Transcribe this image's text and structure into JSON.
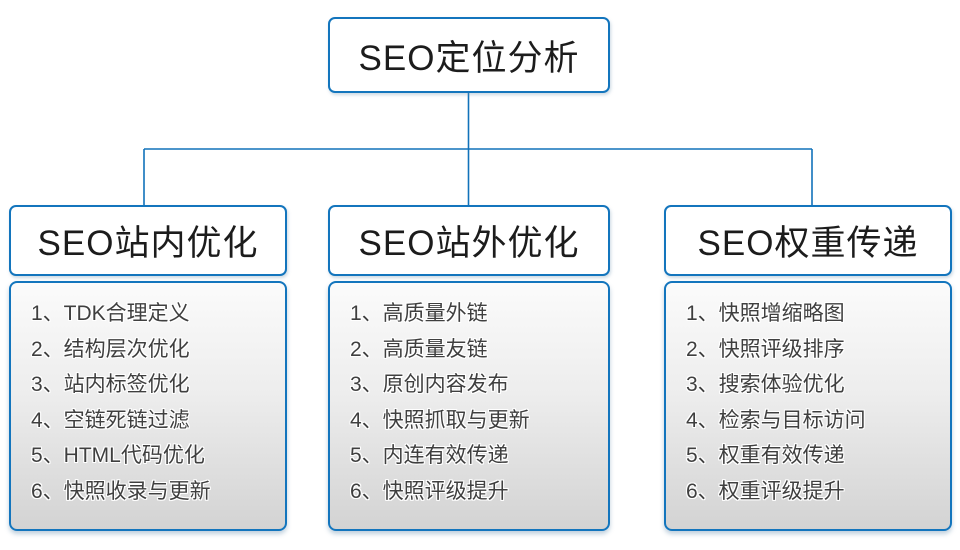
{
  "page": {
    "background": "#ffffff"
  },
  "colors": {
    "box_border_blue": "#1375BD",
    "connector_blue": "#1172BA",
    "title_text": "#1c1c1c",
    "list_text": "#3f3f3f",
    "panel_gradient_top": "#FBFBFB",
    "panel_gradient_bottom": "#D3D3D3"
  },
  "root": {
    "title": "SEO定位分析"
  },
  "columns": [
    {
      "id": "onsite",
      "title": "SEO站内优化",
      "items": [
        "1、TDK合理定义",
        "2、结构层次优化",
        "3、站内标签优化",
        "4、空链死链过滤",
        "5、HTML代码优化",
        "6、快照收录与更新"
      ]
    },
    {
      "id": "offsite",
      "title": "SEO站外优化",
      "items": [
        "1、高质量外链",
        "2、高质量友链",
        "3、原创内容发布",
        "4、快照抓取与更新",
        "5、内连有效传递",
        "6、快照评级提升"
      ]
    },
    {
      "id": "weight",
      "title": "SEO权重传递",
      "items": [
        "1、快照增缩略图",
        "2、快照评级排序",
        "3、搜索体验优化",
        "4、检索与目标访问",
        "5、权重有效传递",
        "6、权重评级提升"
      ]
    }
  ]
}
